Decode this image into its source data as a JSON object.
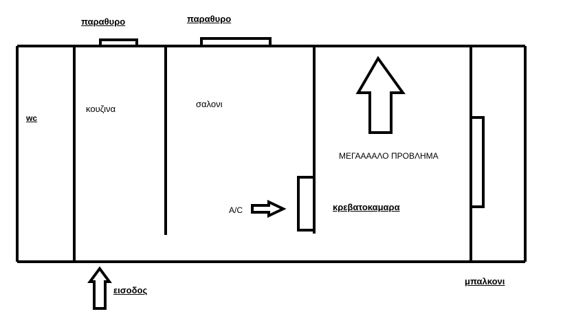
{
  "labels": {
    "window_1": "παραθυρο",
    "window_2": "παραθυρο",
    "wc": "wc",
    "kitchen": "κουζινα",
    "living_room": "σαλονι",
    "big_problem": "ΜΕΓΑΑΑΑΛΟ ΠΡΟΒΛΗΜΑ",
    "ac": "A/C",
    "bedroom": "κρεβατοκαμαρα",
    "entrance": "εισοδος",
    "balcony": "μπαλκονι"
  },
  "colors": {
    "line": "#000000",
    "background": "#ffffff"
  }
}
